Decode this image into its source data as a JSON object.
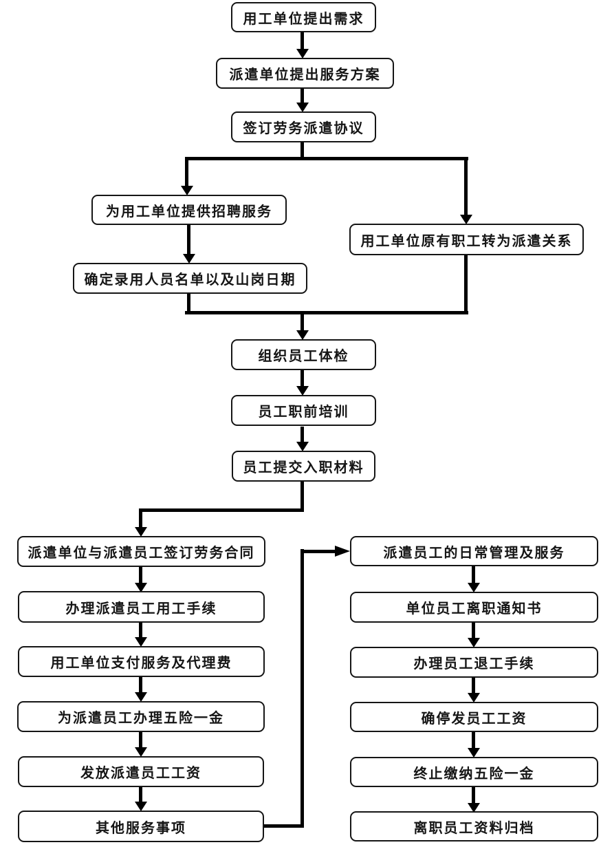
{
  "flowchart": {
    "nodes": [
      {
        "id": "n1",
        "label": "用工单位提出需求"
      },
      {
        "id": "n2",
        "label": "派遣单位提出服务方案"
      },
      {
        "id": "n3",
        "label": "签订劳务派遣协议"
      },
      {
        "id": "n4",
        "label": "为用工单位提供招聘服务"
      },
      {
        "id": "n5",
        "label": "用工单位原有职工转为派遣关系"
      },
      {
        "id": "n6",
        "label": "确定录用人员名单以及山岗日期"
      },
      {
        "id": "n7",
        "label": "组织员工体检"
      },
      {
        "id": "n8",
        "label": "员工职前培训"
      },
      {
        "id": "n9",
        "label": "员工提交入职材料"
      },
      {
        "id": "n10",
        "label": "派遣单位与派遣员工签订劳务合同"
      },
      {
        "id": "n11",
        "label": "办理派遣员工用工手续"
      },
      {
        "id": "n12",
        "label": "用工单位支付服务及代理费"
      },
      {
        "id": "n13",
        "label": "为派遣员工办理五险一金"
      },
      {
        "id": "n14",
        "label": "发放派遣员工工资"
      },
      {
        "id": "n15",
        "label": "其他服务事项"
      },
      {
        "id": "n16",
        "label": "派遣员工的日常管理及服务"
      },
      {
        "id": "n17",
        "label": "单位员工离职通知书"
      },
      {
        "id": "n18",
        "label": "办理员工退工手续"
      },
      {
        "id": "n19",
        "label": "确停发员工工资"
      },
      {
        "id": "n20",
        "label": "终止缴纳五险一金"
      },
      {
        "id": "n21",
        "label": "离职员工资料归档"
      }
    ],
    "edges": [
      {
        "from": "n1",
        "to": "n2"
      },
      {
        "from": "n2",
        "to": "n3"
      },
      {
        "from": "n3",
        "to": "n4"
      },
      {
        "from": "n3",
        "to": "n5"
      },
      {
        "from": "n4",
        "to": "n6"
      },
      {
        "from": "n6",
        "to": "n7"
      },
      {
        "from": "n5",
        "to": "n7"
      },
      {
        "from": "n7",
        "to": "n8"
      },
      {
        "from": "n8",
        "to": "n9"
      },
      {
        "from": "n9",
        "to": "n10"
      },
      {
        "from": "n10",
        "to": "n11"
      },
      {
        "from": "n11",
        "to": "n12"
      },
      {
        "from": "n12",
        "to": "n13"
      },
      {
        "from": "n13",
        "to": "n14"
      },
      {
        "from": "n14",
        "to": "n15"
      },
      {
        "from": "n15",
        "to": "n16"
      },
      {
        "from": "n16",
        "to": "n17"
      },
      {
        "from": "n17",
        "to": "n18"
      },
      {
        "from": "n18",
        "to": "n19"
      },
      {
        "from": "n19",
        "to": "n20"
      },
      {
        "from": "n20",
        "to": "n21"
      }
    ],
    "colors": {
      "background": "#ffffff",
      "box_fill": "#ffffff",
      "box_border": "#151515",
      "text": "#151515",
      "line": "#000000"
    }
  }
}
